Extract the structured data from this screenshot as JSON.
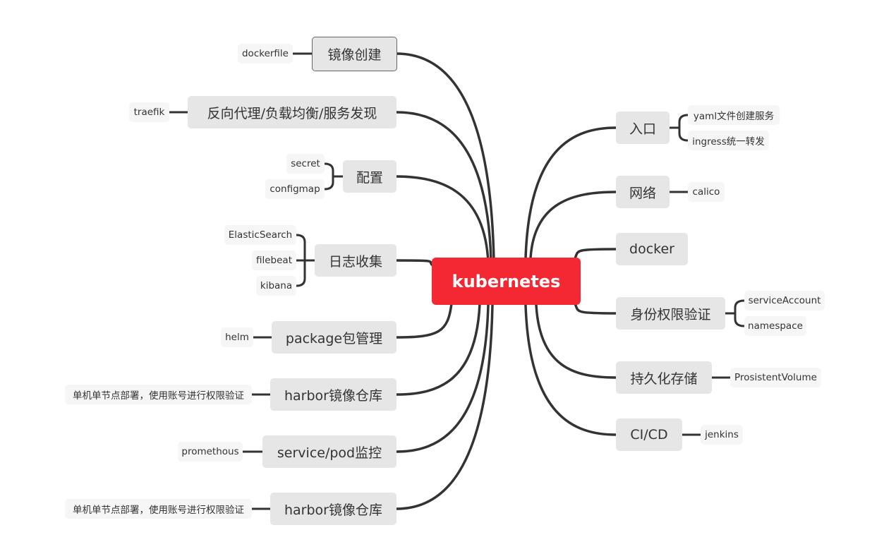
{
  "root": {
    "label": "kubernetes",
    "color": "#f42833"
  },
  "left": [
    {
      "label": "镜像创建",
      "children": [
        "dockerfile"
      ]
    },
    {
      "label": "反向代理/负载均衡/服务发现",
      "children": [
        "traefik"
      ]
    },
    {
      "label": "配置",
      "children": [
        "secret",
        "configmap"
      ]
    },
    {
      "label": "日志收集",
      "children": [
        "ElasticSearch",
        "filebeat",
        "kibana"
      ]
    },
    {
      "label": "package包管理",
      "children": [
        "helm"
      ]
    },
    {
      "label": "harbor镜像仓库",
      "children": [
        "单机单节点部署，使用账号进行权限验证"
      ]
    },
    {
      "label": "service/pod监控",
      "children": [
        "promethous"
      ]
    },
    {
      "label": "harbor镜像仓库",
      "children": [
        "单机单节点部署，使用账号进行权限验证"
      ]
    }
  ],
  "right": [
    {
      "label": "入口",
      "children": [
        "yaml文件创建服务",
        "ingress统一转发"
      ]
    },
    {
      "label": "网络",
      "children": [
        "calico"
      ]
    },
    {
      "label": "docker",
      "children": []
    },
    {
      "label": "身份权限验证",
      "children": [
        "serviceAccount",
        "namespace"
      ]
    },
    {
      "label": "持久化存储",
      "children": [
        "ProsistentVolume"
      ]
    },
    {
      "label": "CI/CD",
      "children": [
        "jenkins"
      ]
    }
  ],
  "line_color": "#333333"
}
